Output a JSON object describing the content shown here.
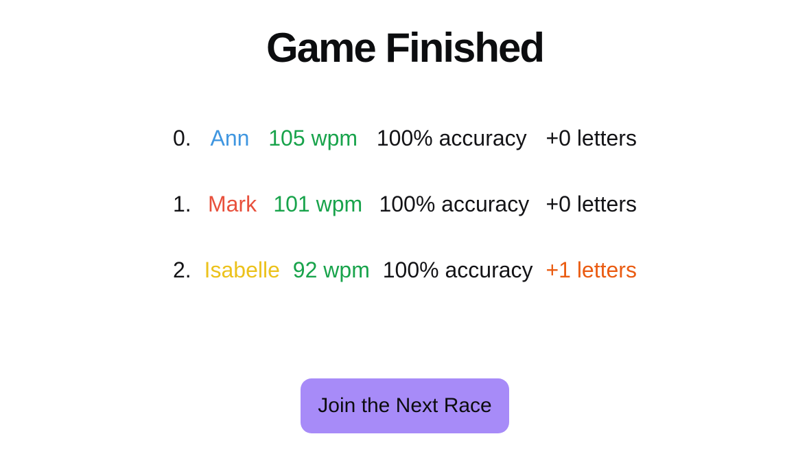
{
  "title": "Game Finished",
  "results": [
    {
      "rank": "0.",
      "name": "Ann",
      "name_color": "#3f96e0",
      "wpm": "105 wpm",
      "accuracy": "100% accuracy",
      "letters": "+0 letters",
      "letters_color": "#131316"
    },
    {
      "rank": "1.",
      "name": "Mark",
      "name_color": "#e8503c",
      "wpm": "101 wpm",
      "accuracy": "100% accuracy",
      "letters": "+0 letters",
      "letters_color": "#131316"
    },
    {
      "rank": "2.",
      "name": "Isabelle",
      "name_color": "#ecc21c",
      "wpm": "92 wpm",
      "accuracy": "100% accuracy",
      "letters": "+1 letters",
      "letters_color": "#ea5c12"
    }
  ],
  "colors": {
    "wpm_green": "#18a34b",
    "body_text": "#131316",
    "title_text": "#0c0d0f",
    "button_bg": "#a78bf8",
    "button_text": "#0c0c0e"
  },
  "button": {
    "label": "Join the Next Race"
  }
}
